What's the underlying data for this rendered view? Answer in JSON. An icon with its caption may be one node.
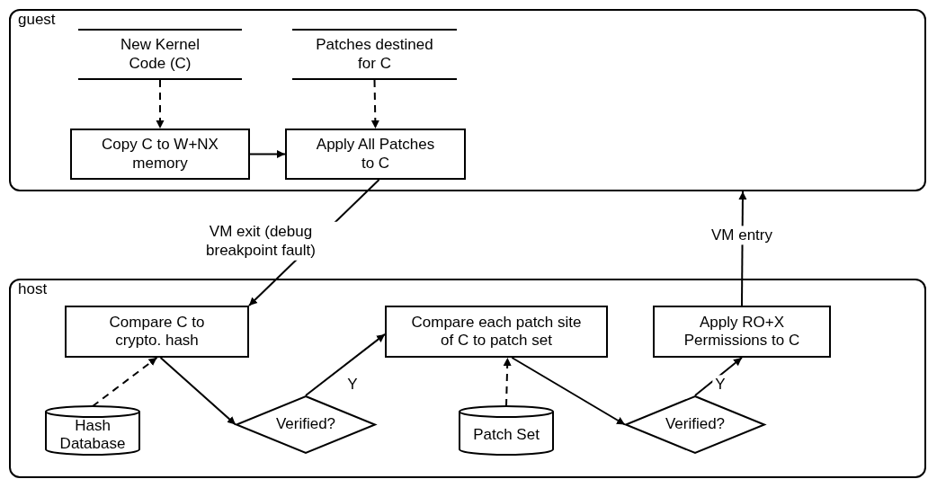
{
  "diagram": {
    "nodes": [
      {
        "text": [
          "guest"
        ]
      },
      {
        "text": [
          "New Kernel Code (C)"
        ],
        "in": 0
      },
      {
        "text": [
          "Patches destined for C"
        ],
        "in": 0
      },
      {
        "text": [
          "Copy C to W+NX memory"
        ],
        "in": 0
      },
      {
        "text": [
          "Apply All Patches to C"
        ],
        "in": 0
      },
      {
        "text": [
          "host"
        ]
      },
      {
        "text": [
          "Compare C to crypto. hash"
        ],
        "in": 5
      },
      {
        "text": [
          "Hash Database"
        ],
        "in": 5
      },
      {
        "text": [
          "Verified?"
        ],
        "in": 5
      },
      {
        "text": [
          "Compare each patch site of C to patch set"
        ],
        "in": 5
      },
      {
        "text": [
          "Patch Set"
        ],
        "in": 5
      },
      {
        "text": [
          "Verified?"
        ],
        "in": 5
      },
      {
        "text": [
          "Apply RO+X Permissions to C"
        ],
        "in": 5
      }
    ],
    "edges": [
      {
        "from": 1,
        "to": 3,
        "arrow": "to",
        "style": "dashed"
      },
      {
        "from": 2,
        "to": 4,
        "arrow": "to",
        "style": "dashed"
      },
      {
        "from": 3,
        "to": 4,
        "arrow": "to"
      },
      {
        "from": 4,
        "to": 6,
        "arrow": "to",
        "label": "VM exit (debug breakpoint fault)"
      },
      {
        "from": 7,
        "to": 6,
        "arrow": "to",
        "style": "dashed"
      },
      {
        "from": 6,
        "to": 8,
        "arrow": "to"
      },
      {
        "from": 8,
        "to": 9,
        "arrow": "to",
        "label": "Y"
      },
      {
        "from": 10,
        "to": 9,
        "arrow": "to",
        "style": "dashed"
      },
      {
        "from": 9,
        "to": 11,
        "arrow": "to"
      },
      {
        "from": 11,
        "to": 12,
        "arrow": "to",
        "label": "Y"
      },
      {
        "from": 12,
        "to": 0,
        "arrow": "to",
        "label": "VM entry"
      }
    ]
  }
}
